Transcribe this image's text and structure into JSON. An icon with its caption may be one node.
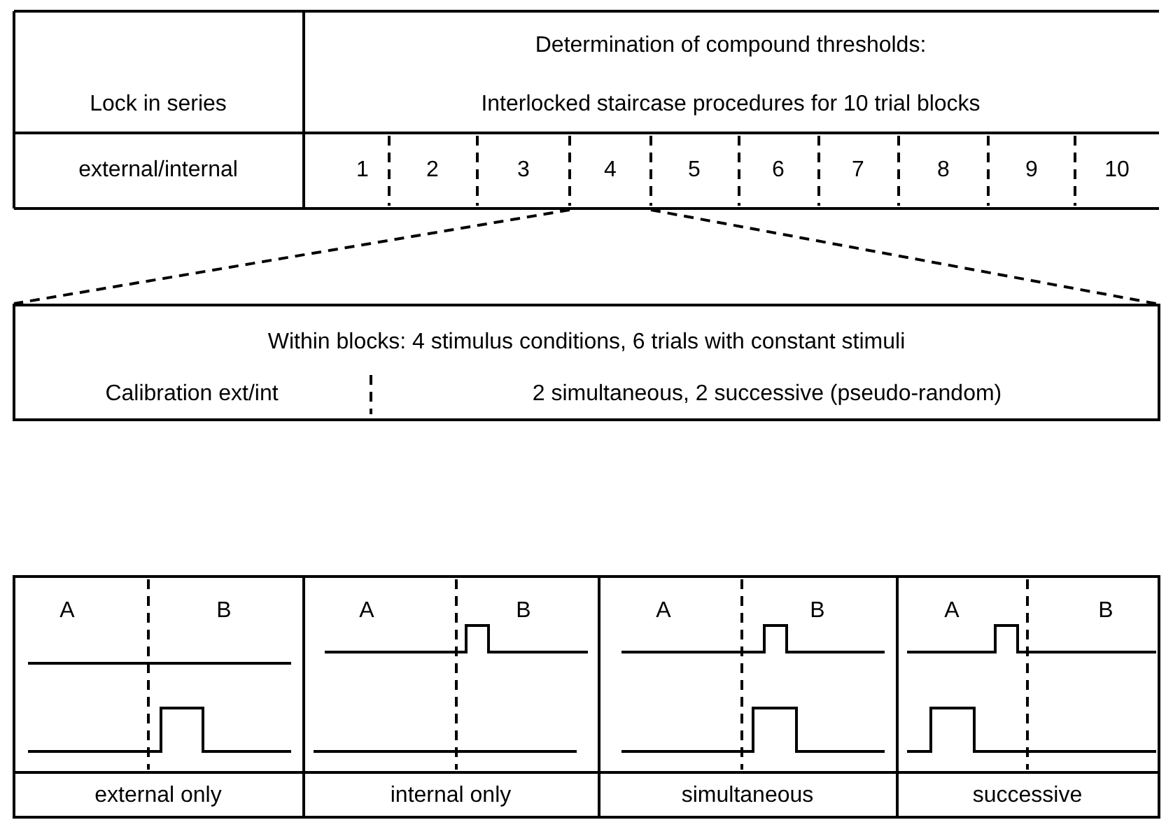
{
  "diagram": {
    "labels": [
      "Determination of compound thresholds:",
      "Lock in series",
      "Interlocked staircase procedures for 10 trial blocks",
      "external/internal",
      "1",
      "2",
      "3",
      "4",
      "5",
      "6",
      "7",
      "8",
      "9",
      "10",
      "Within blocks: 4 stimulus conditions, 6 trials with constant stimuli",
      "Calibration ext/int",
      "2 simultaneous, 2 successive (pseudo-random)",
      "A",
      "B",
      "A",
      "B",
      "A",
      "B",
      "A",
      "B",
      "external only",
      "internal only",
      "simultaneous",
      "successive"
    ]
  }
}
